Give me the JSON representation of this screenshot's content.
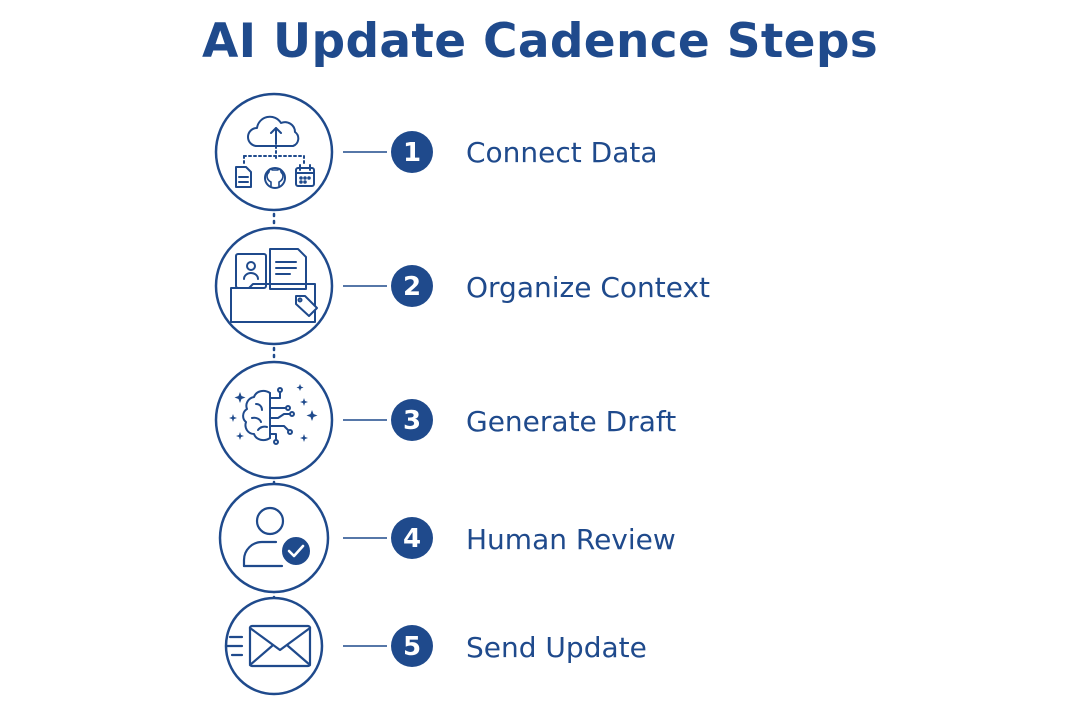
{
  "title": "AI Update Cadence Steps",
  "colors": {
    "primary": "#1f4a8c",
    "accent": "#1f4a8c",
    "background": "#ffffff"
  },
  "steps": [
    {
      "number": "1",
      "label": "Connect Data",
      "icon": "cloud-sources-icon"
    },
    {
      "number": "2",
      "label": "Organize Context",
      "icon": "folder-documents-icon"
    },
    {
      "number": "3",
      "label": "Generate Draft",
      "icon": "ai-brain-icon"
    },
    {
      "number": "4",
      "label": "Human Review",
      "icon": "user-check-icon"
    },
    {
      "number": "5",
      "label": "Send Update",
      "icon": "envelope-send-icon"
    }
  ]
}
